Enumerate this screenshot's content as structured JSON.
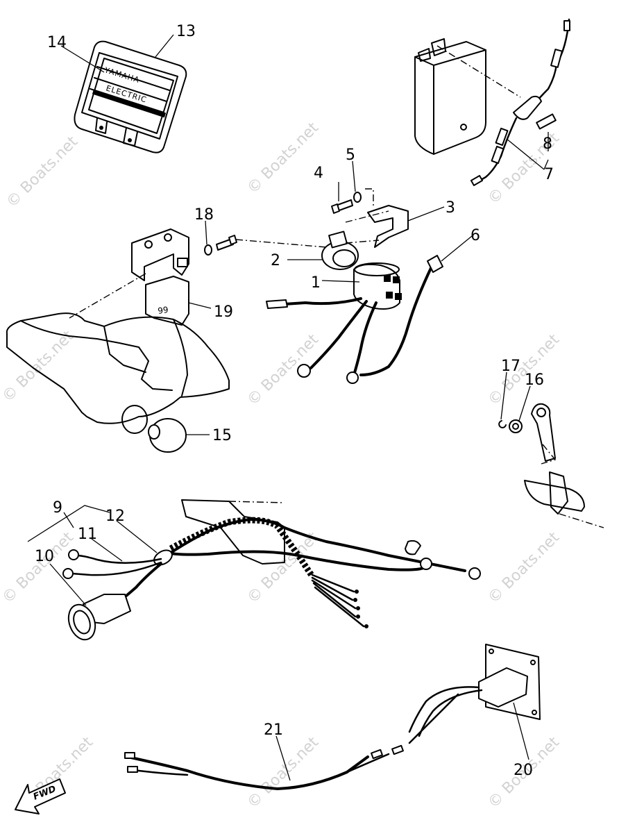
{
  "callouts": [
    {
      "id": "c1",
      "text": "1"
    },
    {
      "id": "c2",
      "text": "2"
    },
    {
      "id": "c3",
      "text": "3"
    },
    {
      "id": "c4",
      "text": "4"
    },
    {
      "id": "c5",
      "text": "5"
    },
    {
      "id": "c6",
      "text": "6"
    },
    {
      "id": "c7",
      "text": "7"
    },
    {
      "id": "c8",
      "text": "8"
    },
    {
      "id": "c9",
      "text": "9"
    },
    {
      "id": "c10",
      "text": "10"
    },
    {
      "id": "c11",
      "text": "11"
    },
    {
      "id": "c12",
      "text": "12"
    },
    {
      "id": "c13",
      "text": "13"
    },
    {
      "id": "c14",
      "text": "14"
    },
    {
      "id": "c15",
      "text": "15"
    },
    {
      "id": "c16",
      "text": "16"
    },
    {
      "id": "c17",
      "text": "17"
    },
    {
      "id": "c18",
      "text": "18"
    },
    {
      "id": "c19",
      "text": "19"
    },
    {
      "id": "c20",
      "text": "20"
    },
    {
      "id": "c21",
      "text": "21"
    }
  ],
  "decal": {
    "brand": "YAMAHA",
    "line": "ELECTRIC"
  },
  "fwd_label": "FWD",
  "relay_mark": "99",
  "watermark": "© Boats.net",
  "colors": {
    "ink": "#000000",
    "watermark": "#d2d2d2",
    "paper": "#ffffff"
  }
}
